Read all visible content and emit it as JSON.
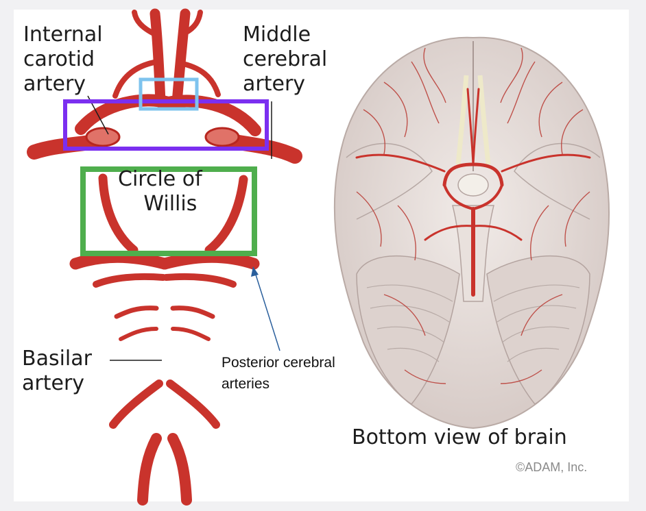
{
  "labels": {
    "internal_carotid": [
      "Internal",
      "carotid",
      "artery"
    ],
    "middle_cerebral": [
      "Middle",
      "cerebral",
      "artery"
    ],
    "circle_of_willis": [
      "Circle of",
      "Willis"
    ],
    "basilar": [
      "Basilar",
      "artery"
    ],
    "posterior_cerebral": [
      "Posterior cerebral",
      "arteries"
    ],
    "bottom_view": "Bottom view of brain",
    "credit": "©ADAM, Inc."
  },
  "colors": {
    "artery": "#c9332c",
    "artery_light": "#e7857c",
    "highlight_purple": "#7b2ff0",
    "highlight_blue": "#7ec3ee",
    "highlight_green": "#4fae4d",
    "pointer_arrow": "#2a5f9c",
    "brain_tissue": "#e6dedb"
  }
}
